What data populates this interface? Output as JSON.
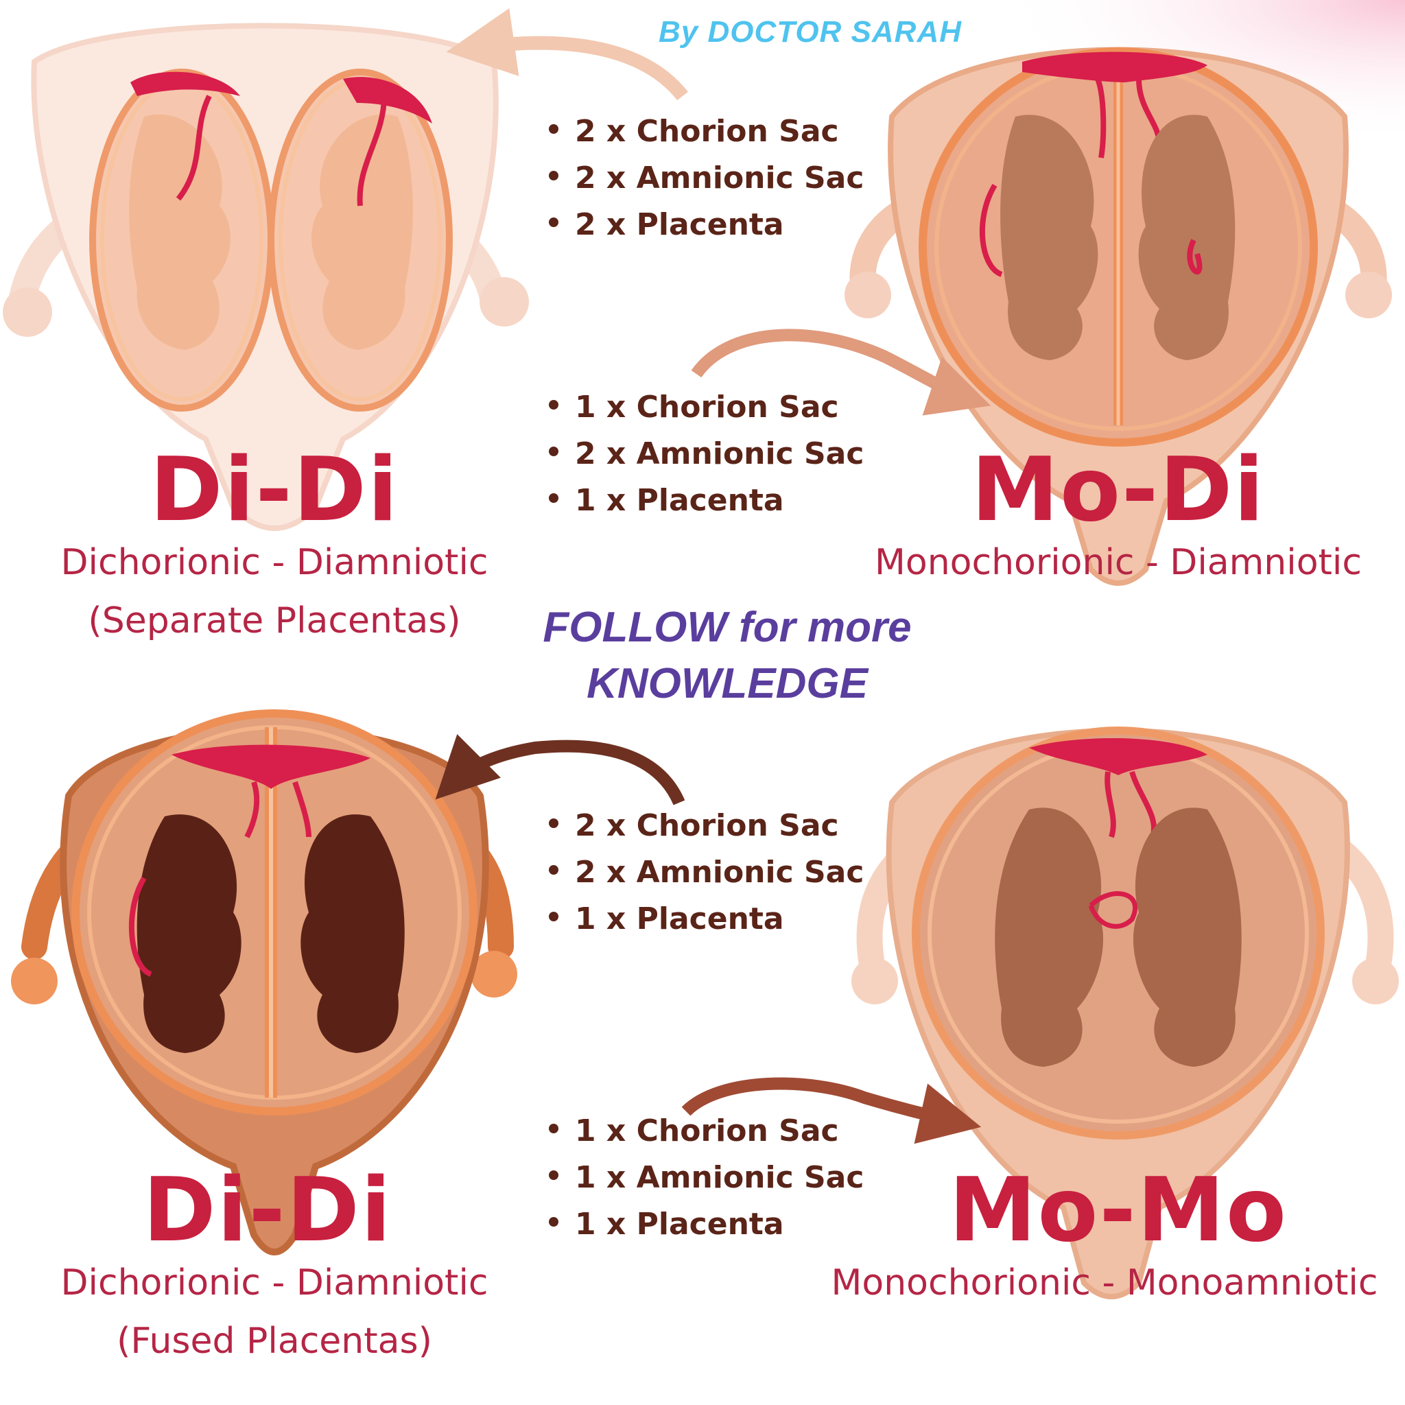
{
  "author": "By DOCTOR SARAH",
  "cta": {
    "line1": "FOLLOW for more",
    "line2": "KNOWLEDGE"
  },
  "panels": [
    {
      "abbr": "Di-Di",
      "full": "Dichorionic - Diamniotic",
      "note": "(Separate Placentas)",
      "facts": [
        "2 x Chorion Sac",
        "2 x Amnionic Sac",
        "2 x Placenta"
      ]
    },
    {
      "abbr": "Mo-Di",
      "full": "Monochorionic - Diamniotic",
      "note": "",
      "facts": [
        "1 x Chorion Sac",
        "2 x Amnionic Sac",
        "1 x Placenta"
      ]
    },
    {
      "abbr": "Di-Di",
      "full": "Dichorionic - Diamniotic",
      "note": "(Fused Placentas)",
      "facts": [
        "2 x Chorion Sac",
        "2 x Amnionic Sac",
        "1 x Placenta"
      ]
    },
    {
      "abbr": "Mo-Mo",
      "full": "Monochorionic - Monoamniotic",
      "note": "",
      "facts": [
        "1 x Chorion Sac",
        "1 x Amnionic Sac",
        "1 x Placenta"
      ]
    }
  ],
  "colors": {
    "placenta": "#d81e4a",
    "title_red": "#c8203f",
    "cta_purple": "#5a3e9e",
    "author_blue": "#4fc3ee",
    "fact_text": "#5a2418"
  }
}
